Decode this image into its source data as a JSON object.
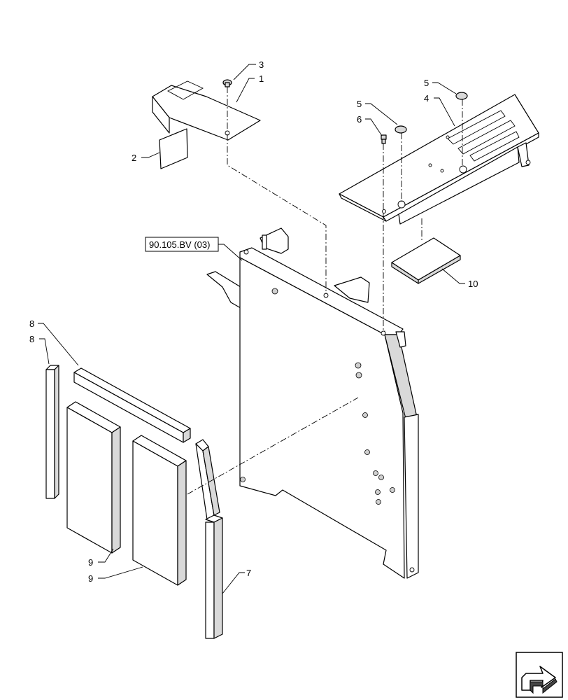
{
  "reference_label": "90.105.BV (03)",
  "callouts": {
    "c1": "1",
    "c2": "2",
    "c3": "3",
    "c4": "4",
    "c5a": "5",
    "c5b": "5",
    "c6": "6",
    "c7": "7",
    "c8a": "8",
    "c8b": "8",
    "c9a": "9",
    "c9b": "9",
    "c10": "10"
  },
  "icons": {
    "navigation": "next-page-arrow-icon"
  }
}
